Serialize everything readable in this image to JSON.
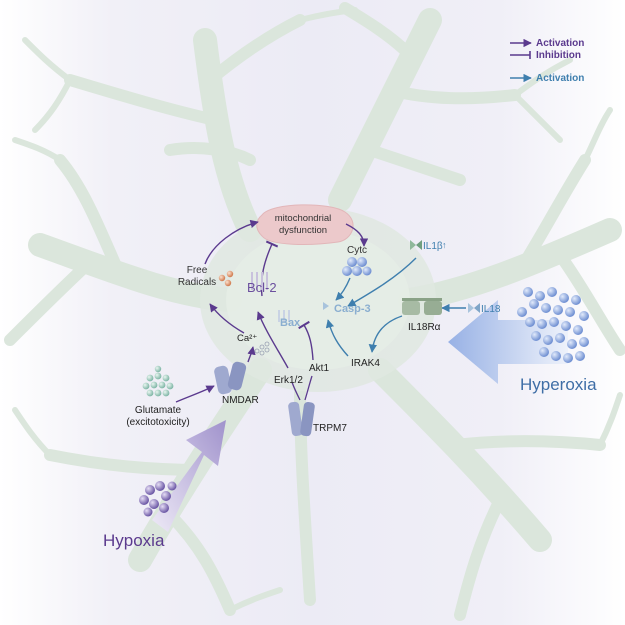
{
  "legend": {
    "purple_activation": "Activation",
    "purple_inhibition": "Inhibition",
    "blue_activation": "Activation"
  },
  "labels": {
    "mito_line1": "mitochondrial",
    "mito_line2": "dysfunction",
    "cytc": "Cytc",
    "il1b": "IL1β",
    "il1b_arrow": "↑",
    "casp3": "Casp-3",
    "free_radicals_line1": "Free",
    "free_radicals_line2": "Radicals",
    "bcl2": "Bcl-2",
    "bax": "Bax",
    "il18": "IL18",
    "il18ra": "IL18Rα",
    "irak4": "IRAK4",
    "ca": "Ca²⁺",
    "akt1": "Akt1",
    "erk": "Erk1/2",
    "nmdar": "NMDAR",
    "glutamate_line1": "Glutamate",
    "glutamate_line2": "(excitotoxicity)",
    "trpm7": "TRPM7",
    "hypoxia": "Hypoxia",
    "hyperoxia": "Hyperoxia"
  },
  "colors": {
    "purple": "#5b3a8e",
    "blue": "#3f7fae",
    "mito_fill": "#ecc9cb",
    "cell_fill": "#dfe8e0",
    "hypoxia_arrow": "#a79bd0",
    "hyperoxia_arrow": "#a9bde8",
    "receptor_fill": "#9fa9cf",
    "il18r_fill": "#a7bba4"
  },
  "icons": [
    "cytc-icon",
    "radical-icon",
    "bcl2-icon",
    "bax-icon",
    "il18ra-icon",
    "nmdar-icon",
    "trpm7-icon",
    "glutamate-cluster-icon",
    "hypoxia-cluster-icon",
    "hyperoxia-cluster-icon",
    "calcium-icon"
  ]
}
